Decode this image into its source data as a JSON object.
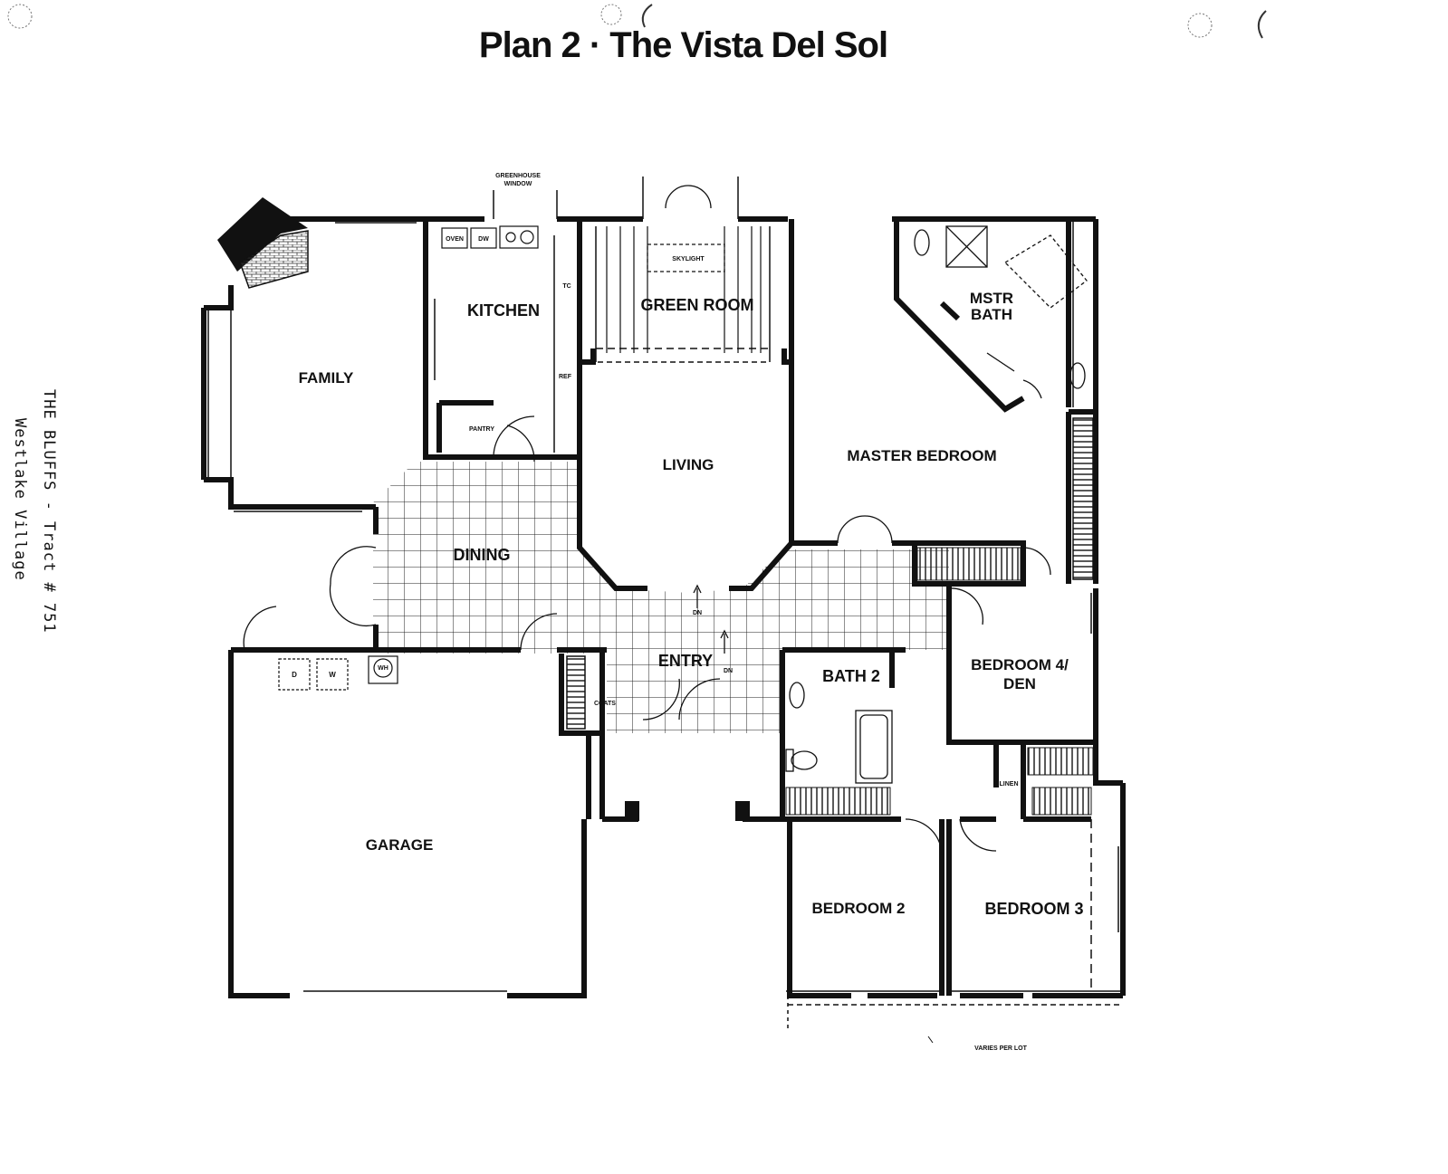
{
  "title": "Plan 2 · The Vista Del Sol",
  "side_note": {
    "line1": "THE BLUFFS  -  Tract # 751",
    "line2": "Westlake Village"
  },
  "rooms": {
    "family": "FAMILY",
    "kitchen": "KITCHEN",
    "pantry": "PANTRY",
    "green_room": "GREEN ROOM",
    "skylight": "SKYLIGHT",
    "living": "LIVING",
    "dining": "DINING",
    "master_bedroom": "MASTER BEDROOM",
    "mstr_bath_1": "MSTR",
    "mstr_bath_2": "BATH",
    "entry": "ENTRY",
    "coats": "COATS",
    "bath_2": "BATH 2",
    "bedroom_4_1": "BEDROOM 4/",
    "bedroom_4_2": "DEN",
    "linen": "LINEN",
    "garage": "GARAGE",
    "bedroom_2": "BEDROOM 2",
    "bedroom_3": "BEDROOM 3"
  },
  "fixtures": {
    "oven": "OVEN",
    "dw": "DW",
    "tc": "TC",
    "ref": "REF",
    "dryer": "D",
    "washer": "W",
    "water_heater": "WH",
    "dn_1": "DN",
    "dn_2": "DN"
  },
  "notes": {
    "greenhouse_1": "GREENHOUSE",
    "greenhouse_2": "WINDOW",
    "varies": "VARIES PER LOT"
  }
}
